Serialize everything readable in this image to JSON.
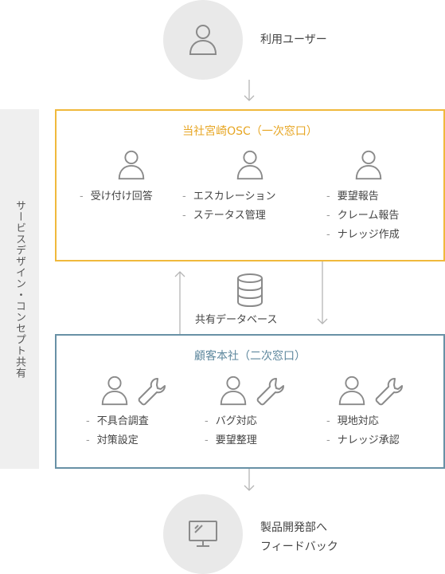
{
  "side_label": "サービスデザイン・コンセプト共有",
  "user": {
    "label": "利用ユーザー",
    "icon": "person-icon"
  },
  "osc": {
    "title": "当社宮崎OSC（一次窓口）",
    "color": "#f0b93c",
    "columns": [
      {
        "items": [
          "受け付け回答"
        ]
      },
      {
        "items": [
          "エスカレーション",
          "ステータス管理"
        ]
      },
      {
        "items": [
          "要望報告",
          "クレーム報告",
          "ナレッジ作成"
        ]
      }
    ]
  },
  "database": {
    "label": "共有データベース",
    "icon": "database-icon"
  },
  "hq": {
    "title": "顧客本社（二次窓口）",
    "color": "#6891a6",
    "columns": [
      {
        "items": [
          "不具合調査",
          "対策設定"
        ]
      },
      {
        "items": [
          "バグ対応",
          "要望整理"
        ]
      },
      {
        "items": [
          "現地対応",
          "ナレッジ承認"
        ]
      }
    ]
  },
  "dev": {
    "line1": "製品開発部へ",
    "line2": "フィードバック",
    "icon": "monitor-icon"
  }
}
